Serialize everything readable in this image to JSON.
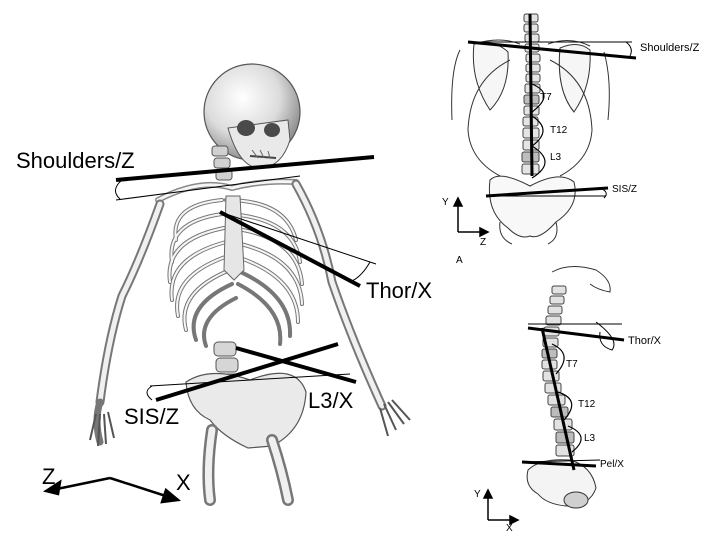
{
  "main_figure": {
    "labels": {
      "shoulders": "Shoulders/Z",
      "thor": "Thor/X",
      "l3": "L3/X",
      "sis": "SIS/Z"
    },
    "axes": {
      "z": "Z",
      "x": "X"
    }
  },
  "panel_a": {
    "panel_label": "A",
    "labels": {
      "shoulders": "Shoulders/Z",
      "sis": "SIS/Z",
      "t7": "T7",
      "t12": "T12",
      "l3": "L3"
    },
    "axes": {
      "y": "Y",
      "z": "Z"
    }
  },
  "panel_b": {
    "labels": {
      "thor": "Thor/X",
      "pel": "Pel/X",
      "t7": "T7",
      "t12": "T12",
      "l3": "L3"
    },
    "axes": {
      "y": "Y",
      "x": "X"
    }
  },
  "colors": {
    "ink": "#000000",
    "bone_light": "#f2f2f2",
    "bone_mid": "#d9d9d9",
    "bone_dark": "#9a9a9a",
    "outline": "#444444"
  }
}
